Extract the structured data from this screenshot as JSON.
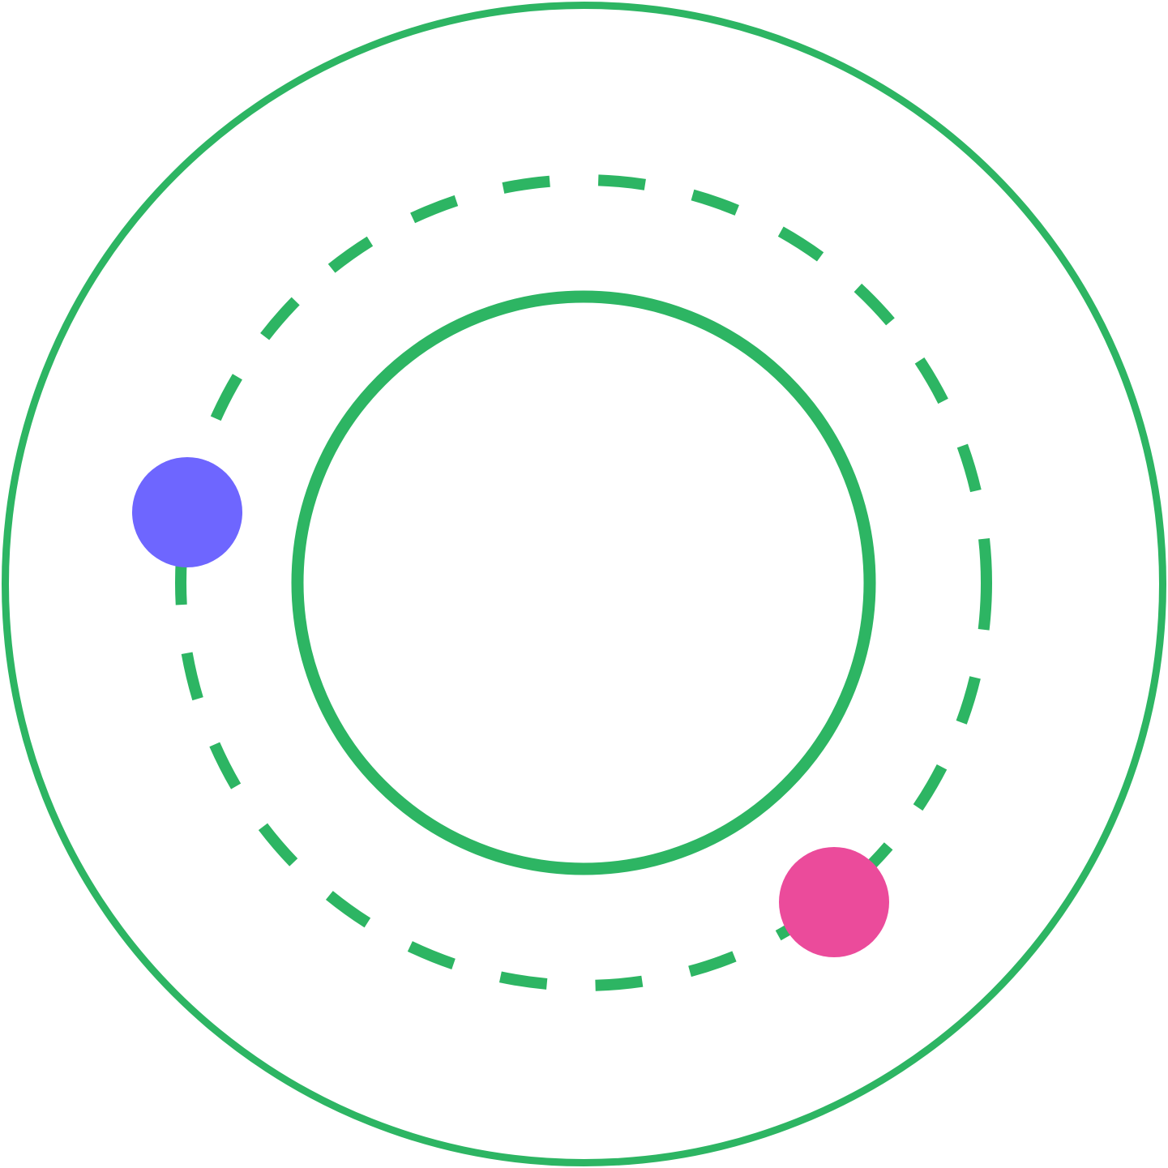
{
  "colors": {
    "background": "#ffffff",
    "ring": "#2db563",
    "dot_a": "#6e66ff",
    "dot_b": "#eb4b9b"
  },
  "diagram": {
    "rings": [
      {
        "name": "outer-ring",
        "style": "solid"
      },
      {
        "name": "middle-orbit-ring",
        "style": "dashed"
      },
      {
        "name": "inner-ring",
        "style": "solid"
      }
    ],
    "orbit_dots": [
      {
        "name": "blue-orbit-dot",
        "color_key": "dot_a"
      },
      {
        "name": "pink-orbit-dot",
        "color_key": "dot_b"
      }
    ]
  }
}
